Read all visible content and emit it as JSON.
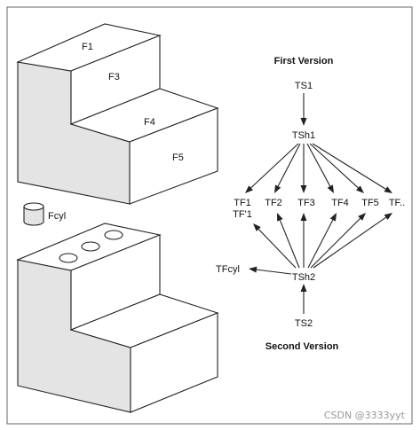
{
  "face_labels": {
    "f1": "F1",
    "f3": "F3",
    "f4": "F4",
    "f5": "F5",
    "fcyl": "Fcyl"
  },
  "graph": {
    "first_version_title": "First Version",
    "second_version_title": "Second Version",
    "ts1": "TS1",
    "tsh1": "TSh1",
    "tf_nodes": [
      "TF1",
      "TF2",
      "TF3",
      "TF4",
      "TF5",
      "TF.."
    ],
    "tf1_prime": "TF'1",
    "tfcyl": "TFcyl",
    "tsh2": "TSh2",
    "ts2": "TS2"
  },
  "watermark": "CSDN @3333yyt",
  "colors": {
    "shaded_face": "#e4e4e4",
    "stroke": "#222222",
    "frame": "#666666"
  }
}
